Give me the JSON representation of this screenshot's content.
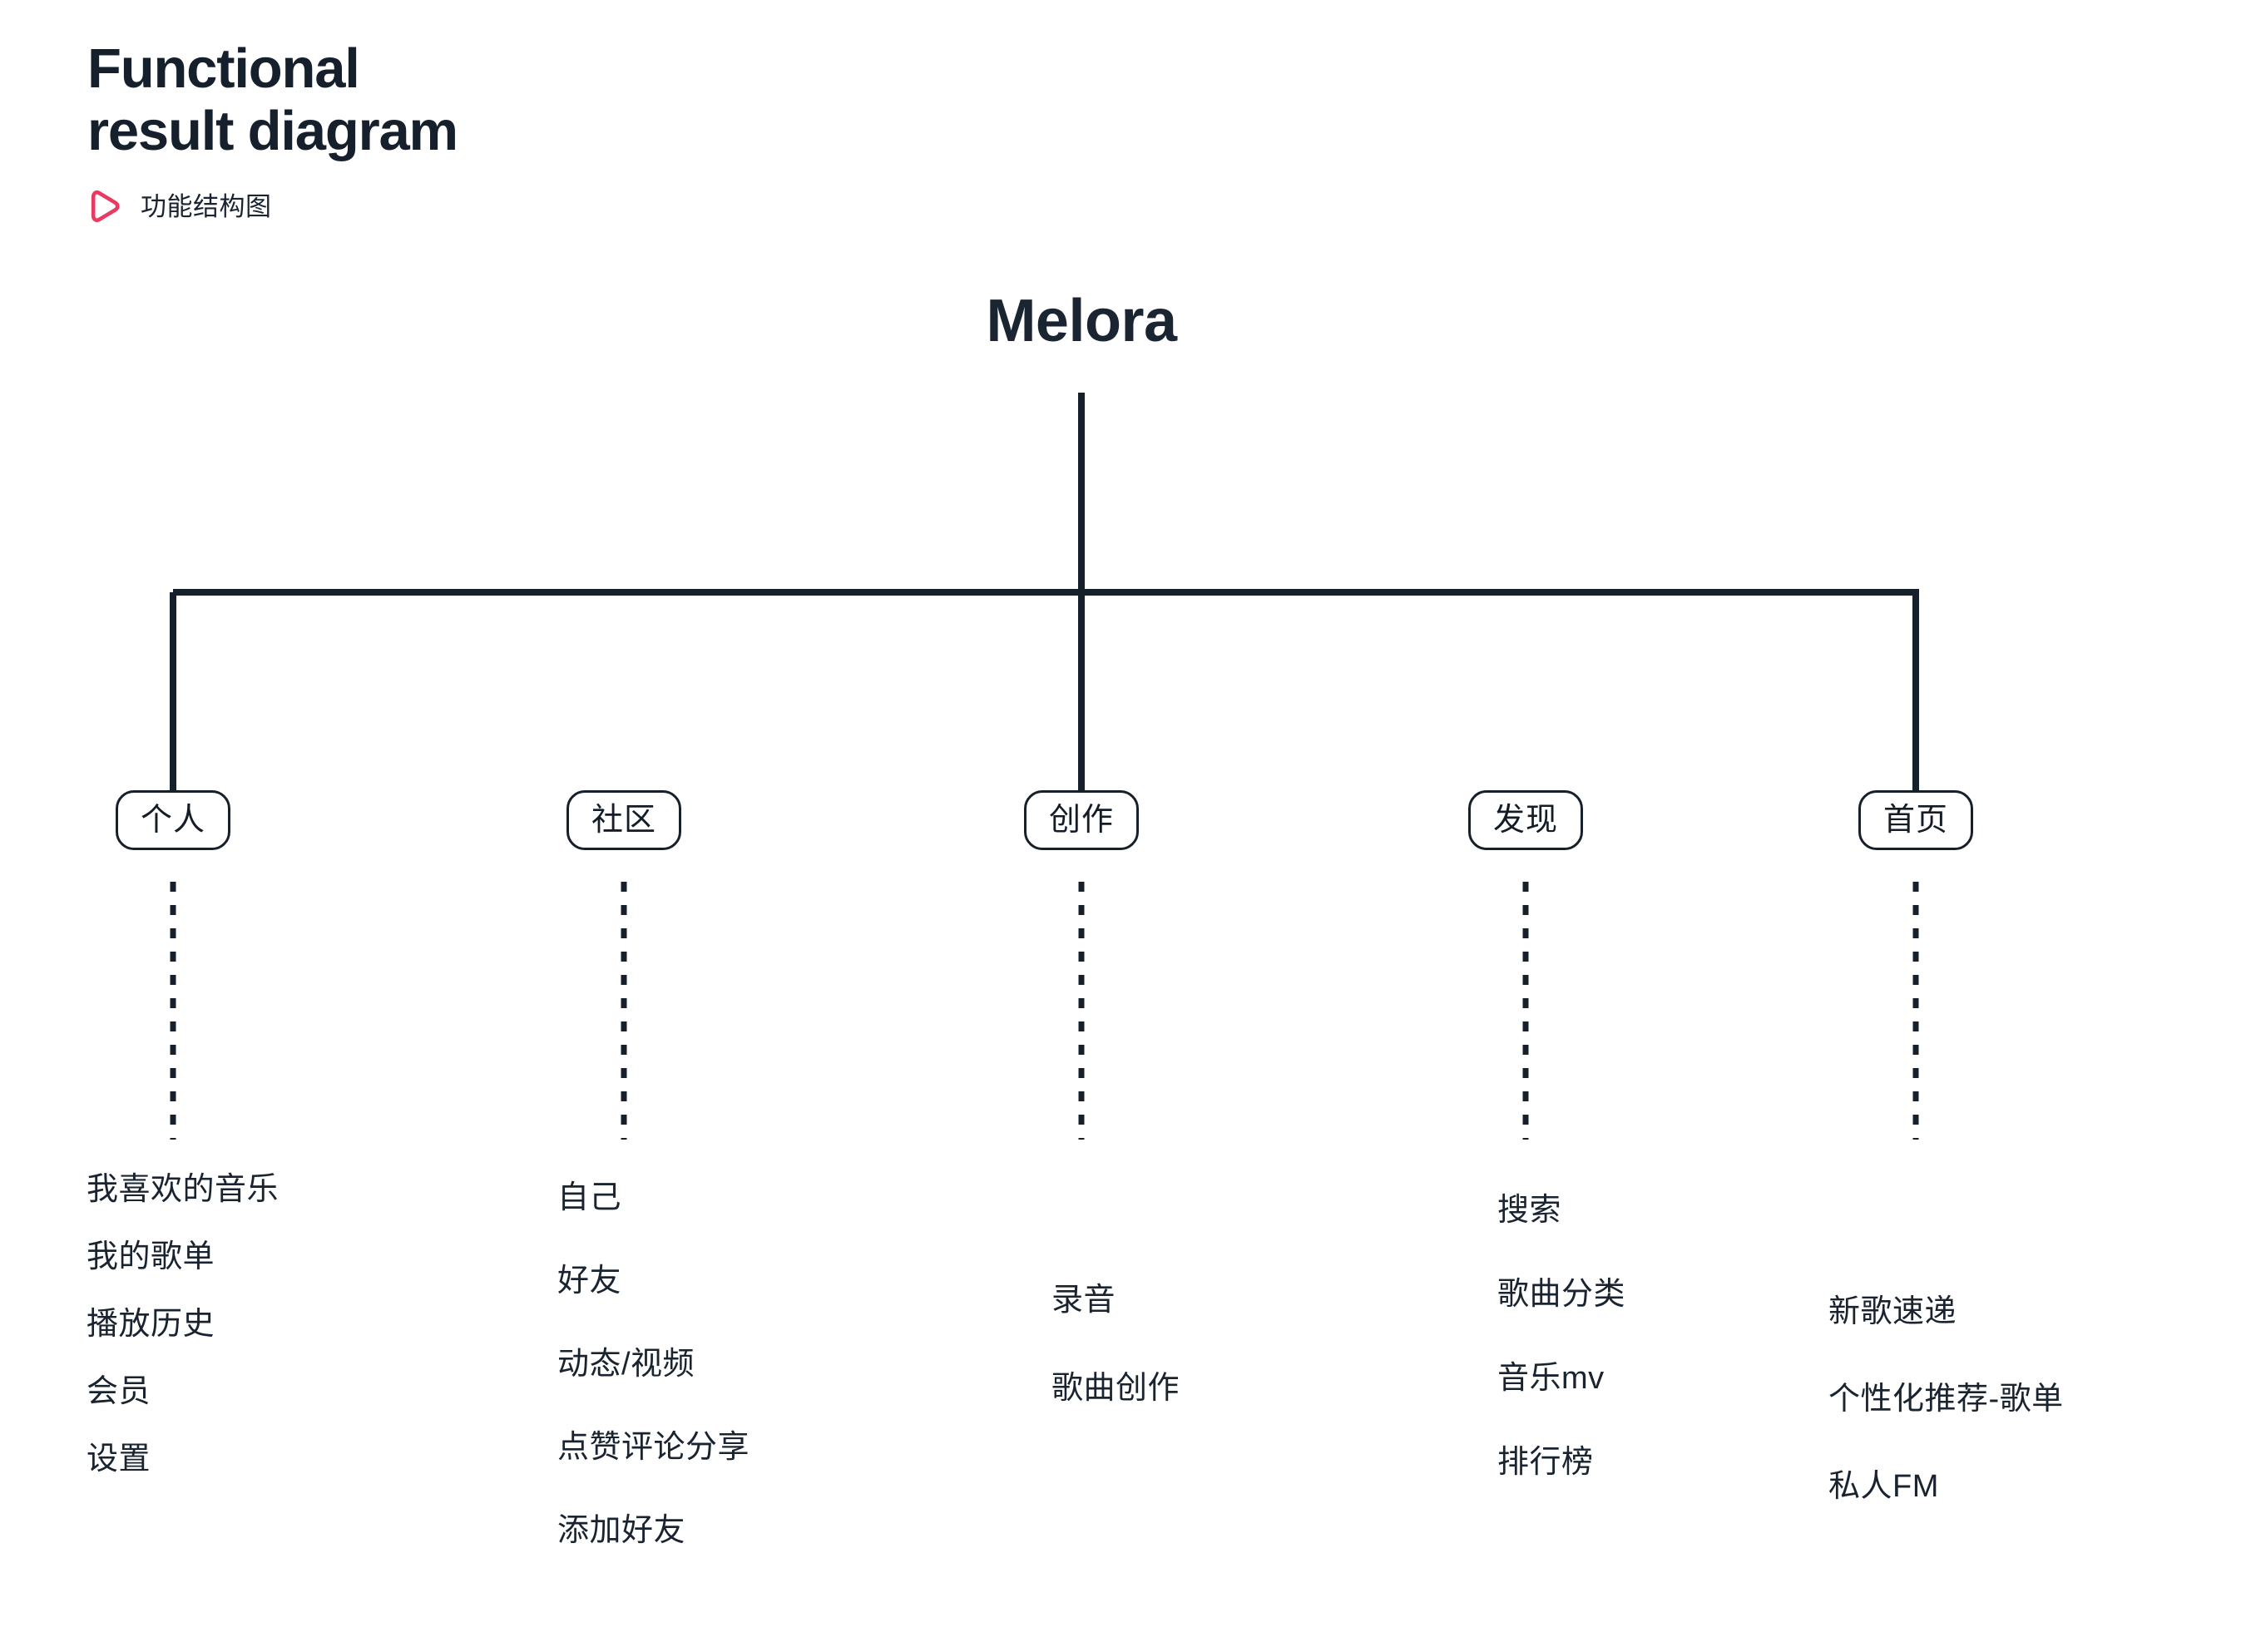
{
  "header": {
    "title": "Functional\nresult diagram",
    "subtitle": "功能结构图",
    "icon": "play-triangle-outline-icon",
    "accent_color": "#ea3a62",
    "ink_color": "#16202b"
  },
  "diagram": {
    "type": "tree",
    "root": {
      "label": "Melora"
    },
    "nodes": [
      {
        "label": "个人",
        "children": [
          "我喜欢的音乐",
          "我的歌单",
          "播放历史",
          "会员",
          "设置"
        ]
      },
      {
        "label": "社区",
        "children": [
          "自己",
          "好友",
          "动态/视频",
          "点赞评论分享",
          "添加好友"
        ]
      },
      {
        "label": "创作",
        "children": [
          "录音",
          "歌曲创作"
        ]
      },
      {
        "label": "发现",
        "children": [
          "搜索",
          "歌曲分类",
          "音乐mv",
          "排行榜"
        ]
      },
      {
        "label": "首页",
        "children": [
          "新歌速递",
          "个性化推荐-歌单",
          "私人FM"
        ]
      }
    ]
  }
}
